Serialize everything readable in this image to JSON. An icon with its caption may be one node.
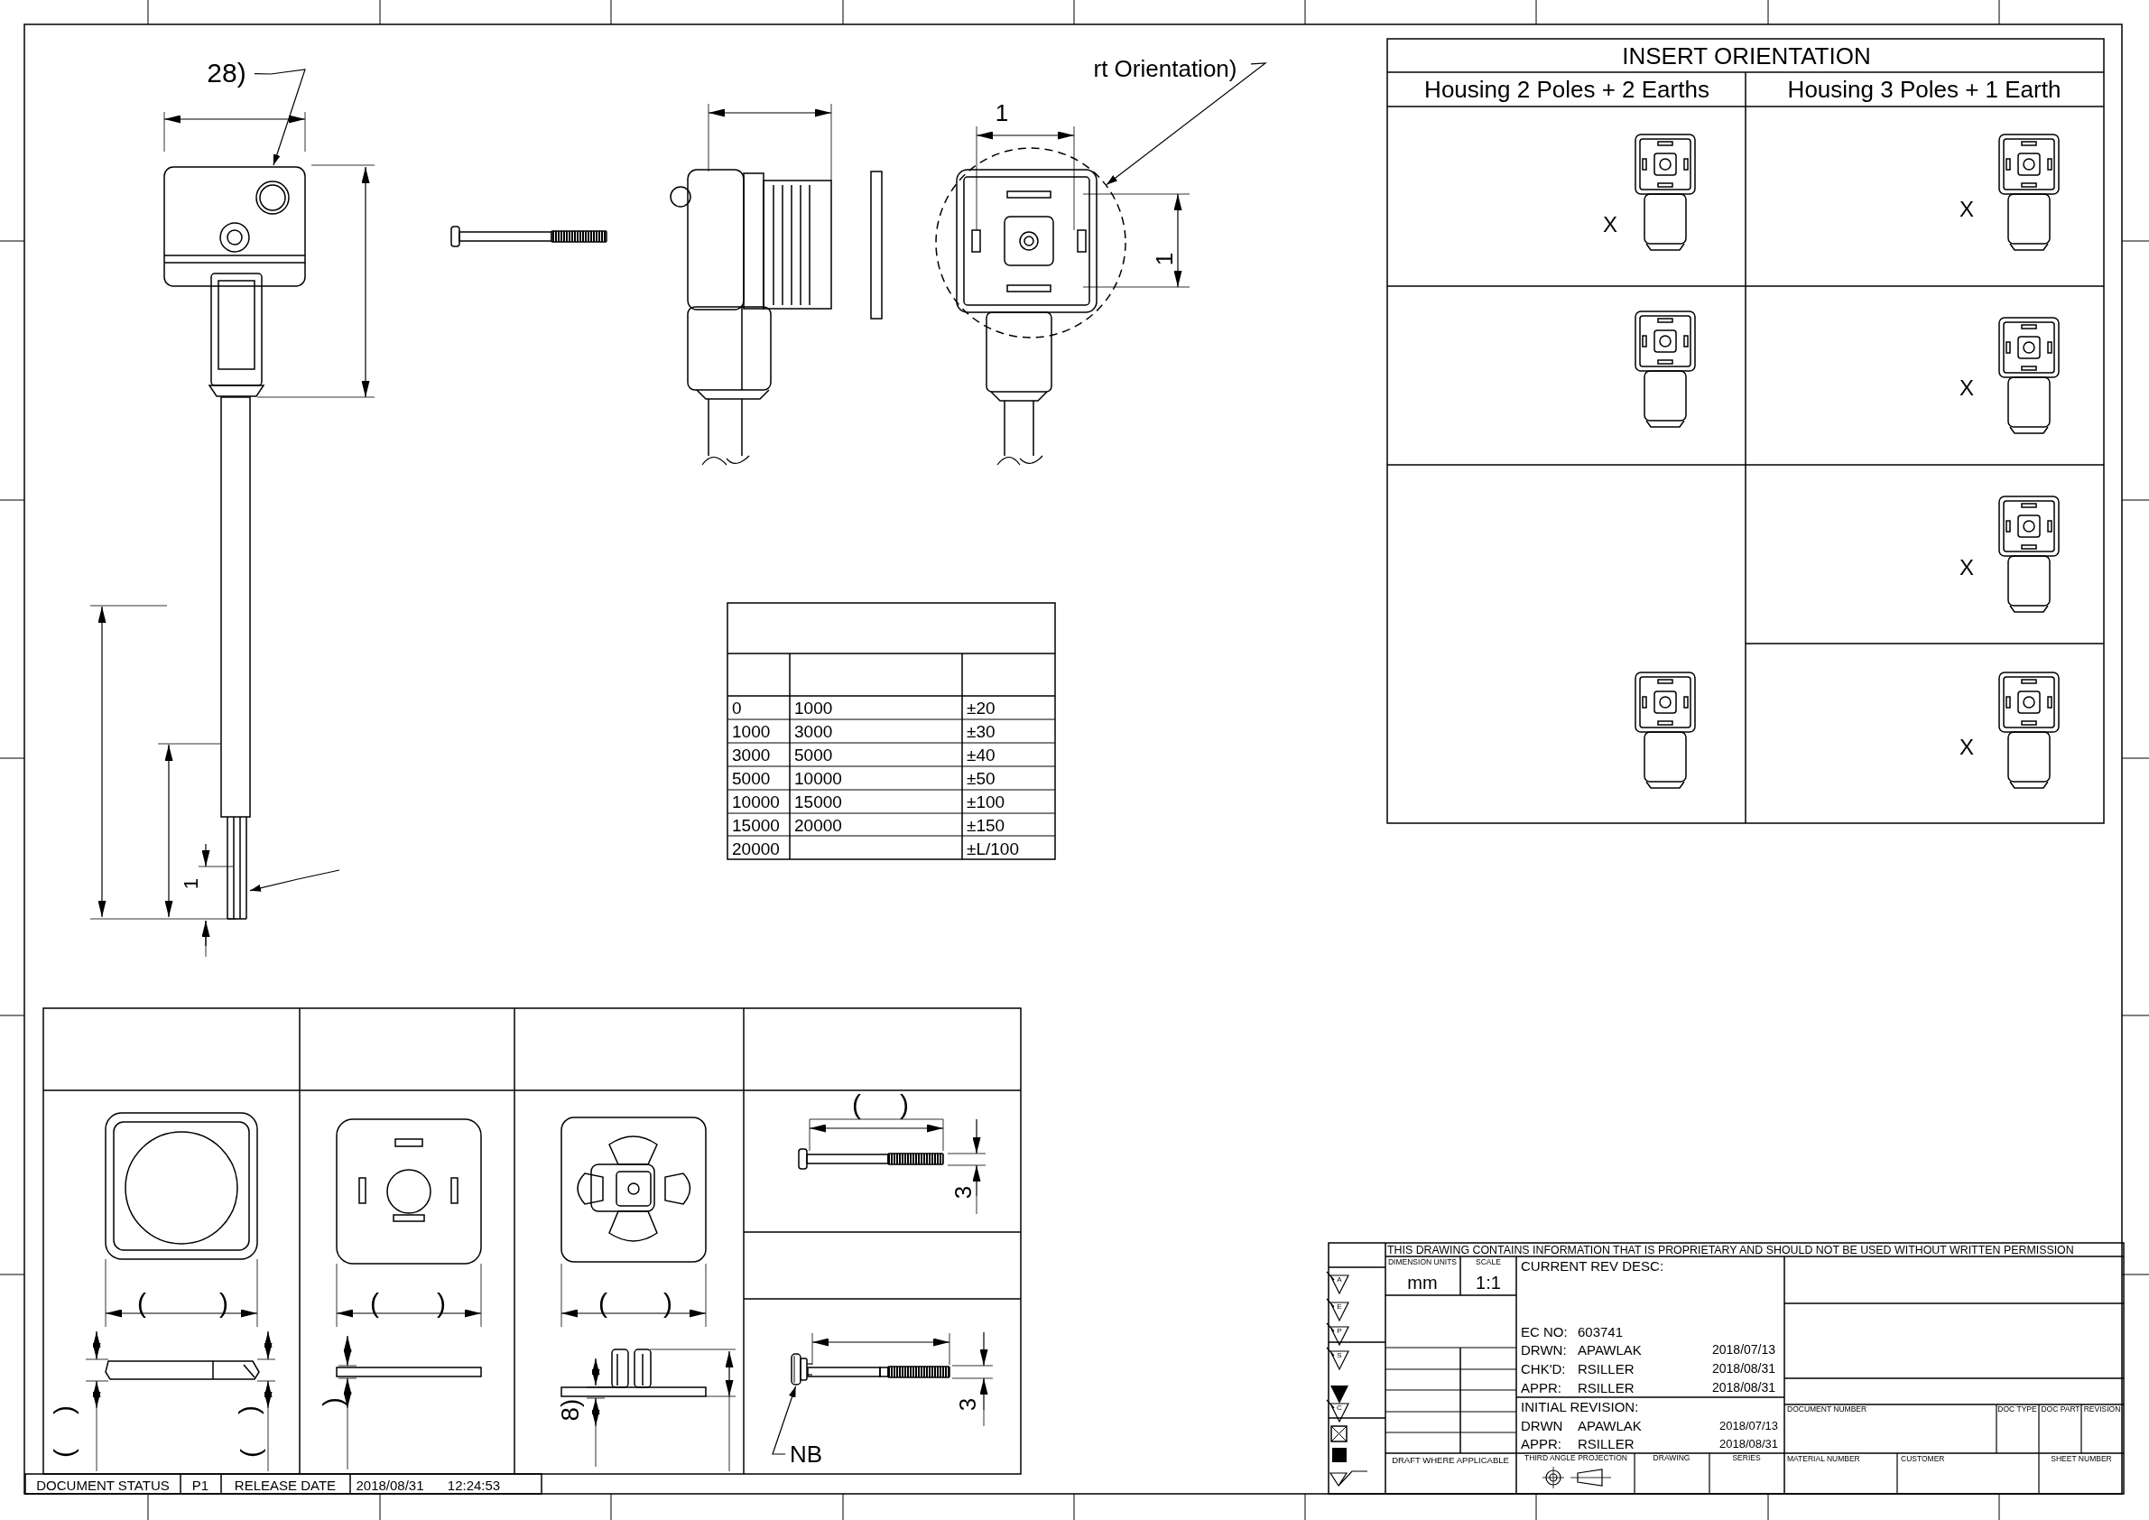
{
  "diagram": {
    "nodes": [
      {
        "text": [
          "28)"
        ]
      },
      {
        "text": [],
        "shape": "picture"
      },
      {
        "text": [
          "rt Orientation)"
        ]
      },
      {
        "text": [],
        "shape": "circle"
      },
      {
        "text": [
          "NB"
        ]
      },
      {
        "text": [],
        "shape": "picture"
      },
      {
        "text": [],
        "shape": "picture"
      }
    ],
    "edges": [
      {
        "from": 0,
        "to": 1,
        "arrow": "to"
      },
      {
        "from": 2,
        "to": 3,
        "arrow": "to"
      },
      {
        "from": 4,
        "to": 5,
        "arrow": "to"
      },
      {
        "from": null,
        "to": 6,
        "arrow": "to"
      }
    ],
    "labels": [
      "1",
      "1",
      "1",
      "INSERT ORIENTATION",
      "Housing 2 Poles + 2 Earths",
      "Housing 3 Poles + 1 Earth",
      "X",
      "X",
      "X",
      "X",
      "X",
      "0",
      "1000",
      "±20",
      "1000",
      "3000",
      "±30",
      "3000",
      "5000",
      "±40",
      "5000",
      "10000",
      "±50",
      "10000",
      "15000",
      "±100",
      "15000",
      "20000",
      "±150",
      "20000",
      "±L/100",
      "(",
      ")",
      "(",
      ")",
      "(",
      ")",
      "(",
      ")",
      ")",
      "(",
      ")",
      "(",
      ")",
      "8)",
      "3",
      "3",
      "THIS DRAWING CONTAINS INFORMATION THAT IS PROPRIETARY AND SHOULD NOT BE USED WITHOUT WRITTEN PERMISSION",
      "DIMENSION UNITS",
      "SCALE",
      "mm",
      "1:1",
      "CURRENT REV DESC:",
      "EC NO:",
      "603741",
      "DRWN:",
      "APAWLAK",
      "2018/07/13",
      "CHK'D:",
      "RSILLER",
      "2018/08/31",
      "APPR:",
      "RSILLER",
      "2018/08/31",
      "INITIAL REVISION:",
      "DRWN",
      "APAWLAK",
      "2018/07/13",
      "APPR:",
      "RSILLER",
      "2018/08/31",
      "DOCUMENT NUMBER",
      "DOC TYPE",
      "DOC PART",
      "REVISION",
      "DRAFT WHERE APPLICABLE",
      "THIRD ANGLE PROJECTION",
      "DRAWING",
      "SERIES",
      "MATERIAL NUMBER",
      "CUSTOMER",
      "SHEET NUMBER",
      "A",
      "E",
      "P",
      "S",
      "C",
      "DOCUMENT STATUS",
      "P1",
      "RELEASE DATE",
      "2018/08/31",
      "12:24:53"
    ]
  }
}
